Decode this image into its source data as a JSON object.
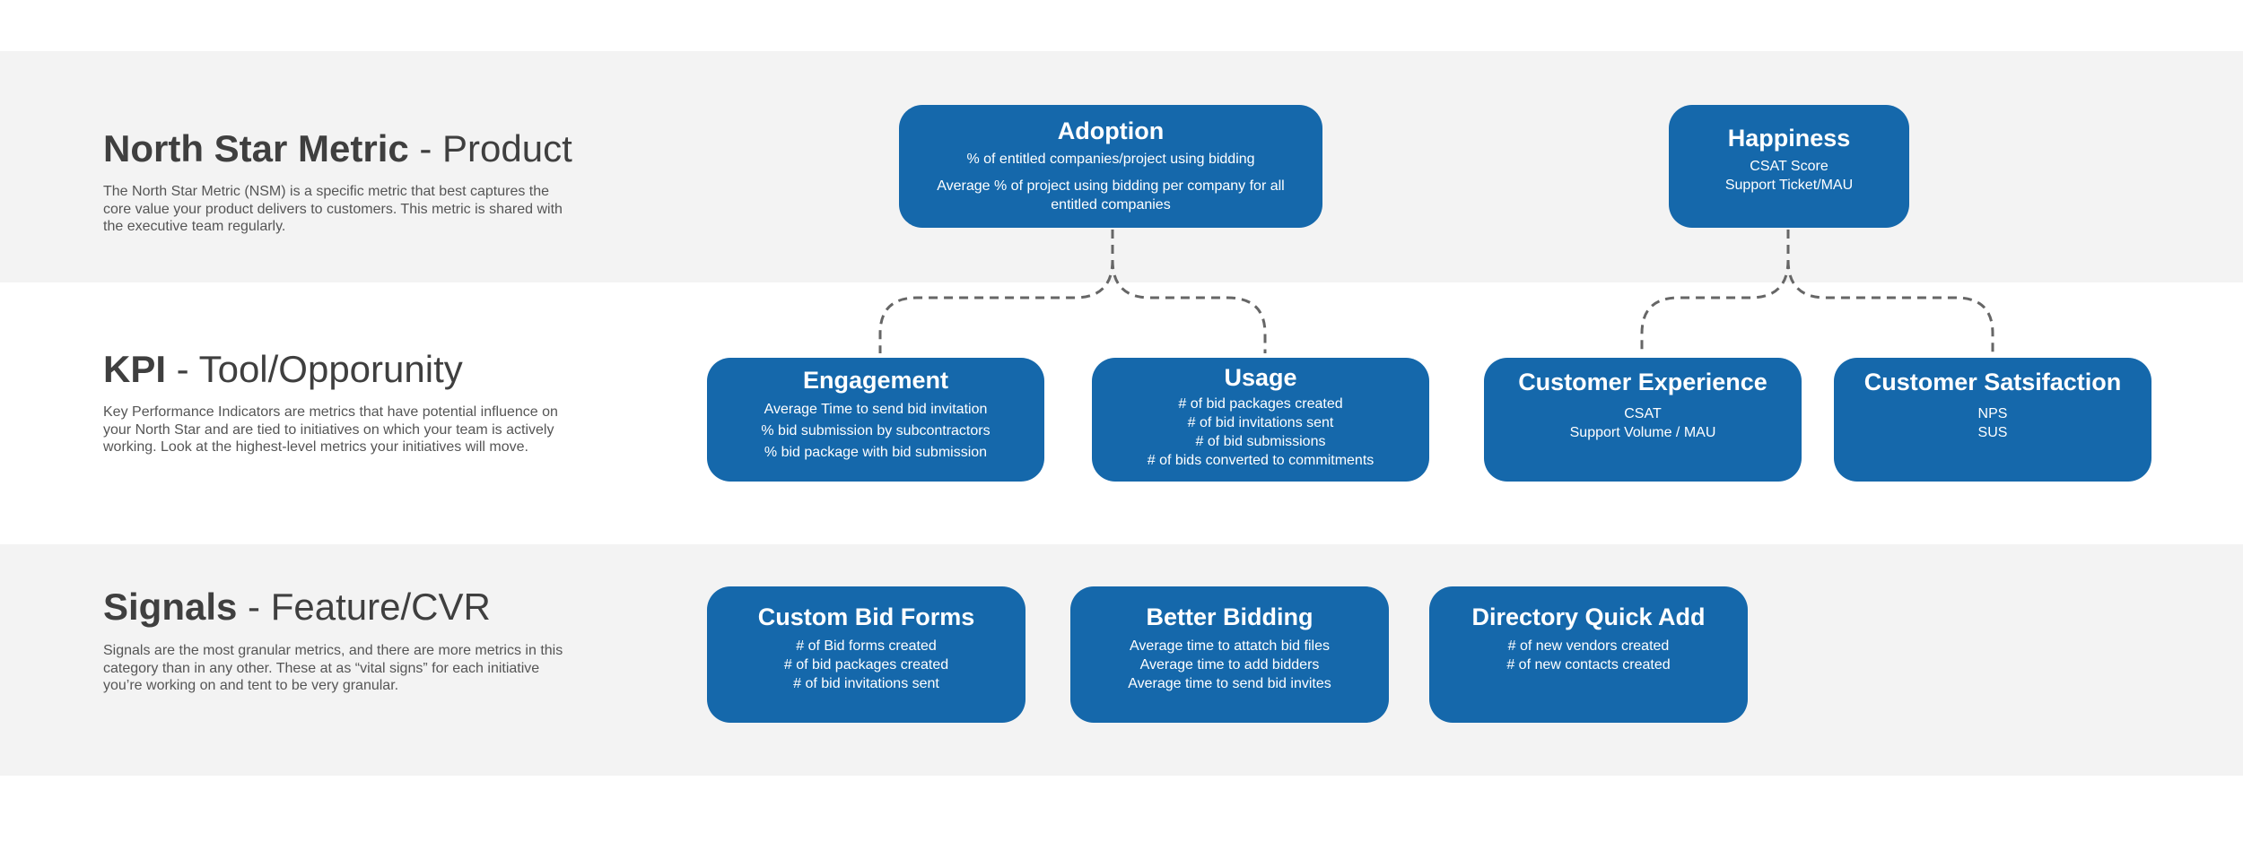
{
  "sections": [
    {
      "title_strong": "North Star Metric",
      "title_rest": " - Product",
      "description": "The North Star Metric (NSM) is a specific metric that best captures the core value your product delivers to customers. This metric is shared with the executive team regularly."
    },
    {
      "title_strong": "KPI",
      "title_rest": " - Tool/Opporunity",
      "description": "Key Performance Indicators are metrics that have potential influence on your North Star and are tied to initiatives on which your team is actively working. Look at the highest-level metrics your initiatives will move."
    },
    {
      "title_strong": "Signals",
      "title_rest": " - Feature/CVR",
      "description": "Signals are the most granular metrics, and there are more metrics in this category than in any other. These at as “vital signs” for each initiative you’re working on and tent to be very granular."
    }
  ],
  "nodes": {
    "adoption": {
      "title": "Adoption",
      "metrics": [
        "% of entitled companies/project using bidding",
        "Average % of project using bidding per company for all entitled companies"
      ]
    },
    "happiness": {
      "title": "Happiness",
      "metrics": [
        "CSAT Score",
        "Support Ticket/MAU"
      ]
    },
    "engagement": {
      "title": "Engagement",
      "metrics": [
        "Average Time to send bid invitation",
        "% bid submission by subcontractors",
        "% bid package with bid submission"
      ]
    },
    "usage": {
      "title": "Usage",
      "metrics": [
        "# of bid packages created",
        "# of bid invitations sent",
        "# of bid submissions",
        "# of bids converted to commitments"
      ]
    },
    "customer_experience": {
      "title": "Customer Experience",
      "metrics": [
        "CSAT",
        "Support Volume / MAU"
      ]
    },
    "customer_satisfaction": {
      "title": "Customer Satsifaction",
      "metrics": [
        "NPS",
        "SUS"
      ]
    },
    "custom_bid_forms": {
      "title": "Custom Bid Forms",
      "metrics": [
        "# of Bid forms created",
        "# of bid packages created",
        "# of bid invitations sent"
      ]
    },
    "better_bidding": {
      "title": "Better Bidding",
      "metrics": [
        "Average time to attatch bid files",
        "Average time to add bidders",
        "Average time to send bid invites"
      ]
    },
    "directory_quick_add": {
      "title": "Directory Quick Add",
      "metrics": [
        "# of new vendors created",
        "# of new contacts created"
      ]
    }
  },
  "colors": {
    "node_fill": "#1568ab",
    "band_gray": "#f3f3f3",
    "connector": "#666666"
  }
}
